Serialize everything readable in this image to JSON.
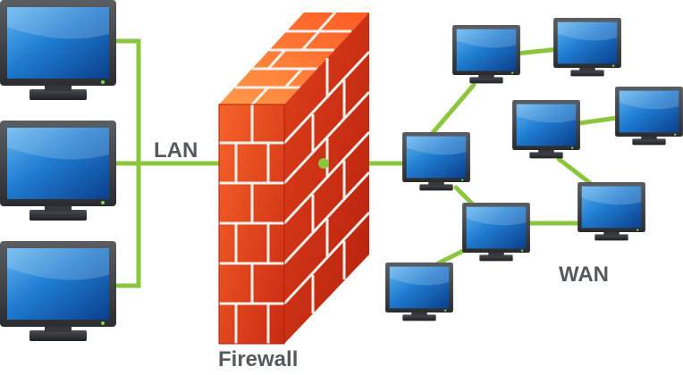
{
  "labels": {
    "lan": "LAN",
    "firewall": "Firewall",
    "wan": "WAN"
  },
  "colors": {
    "link": "#8cc63f",
    "monitor_bezel": "#3c3f44",
    "screen": "#1f74c8",
    "brick": "#e8431e",
    "mortar": "#f4f0ec",
    "label": "#555a5f"
  },
  "icons": {
    "monitor": "monitor-icon",
    "firewall": "brick-wall-icon"
  },
  "lan": {
    "computers": [
      {
        "id": "lan-computer-1"
      },
      {
        "id": "lan-computer-2"
      },
      {
        "id": "lan-computer-3"
      }
    ]
  },
  "wan": {
    "computers": [
      {
        "id": "wan-computer-1"
      },
      {
        "id": "wan-computer-2"
      },
      {
        "id": "wan-computer-3"
      },
      {
        "id": "wan-computer-4"
      },
      {
        "id": "wan-computer-5"
      },
      {
        "id": "wan-computer-6"
      },
      {
        "id": "wan-computer-7"
      },
      {
        "id": "wan-computer-8"
      }
    ]
  }
}
